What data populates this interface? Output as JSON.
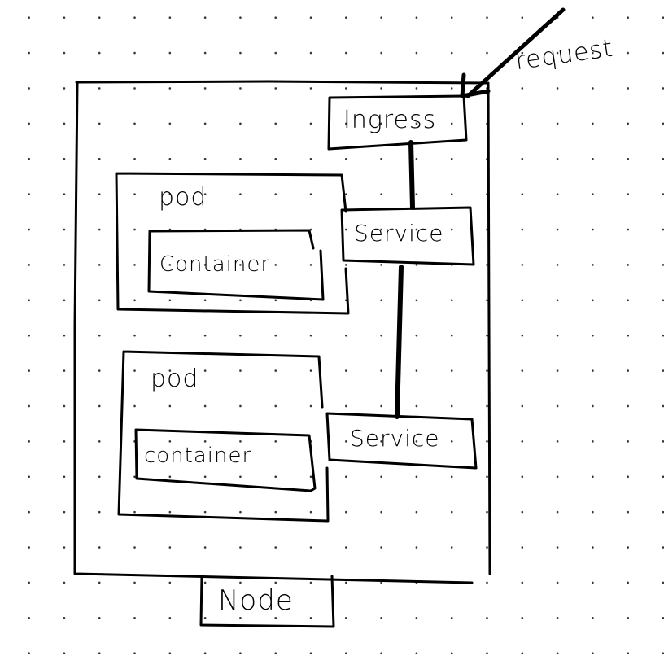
{
  "diagram": {
    "request_label": "request",
    "ingress_label": "Ingress",
    "service_top_label": "Service",
    "service_bottom_label": "Service",
    "pod_top_label": "pod",
    "pod_bottom_label": "pod",
    "container_top_label": "Container",
    "container_bottom_label": "container",
    "node_label": "Node"
  }
}
